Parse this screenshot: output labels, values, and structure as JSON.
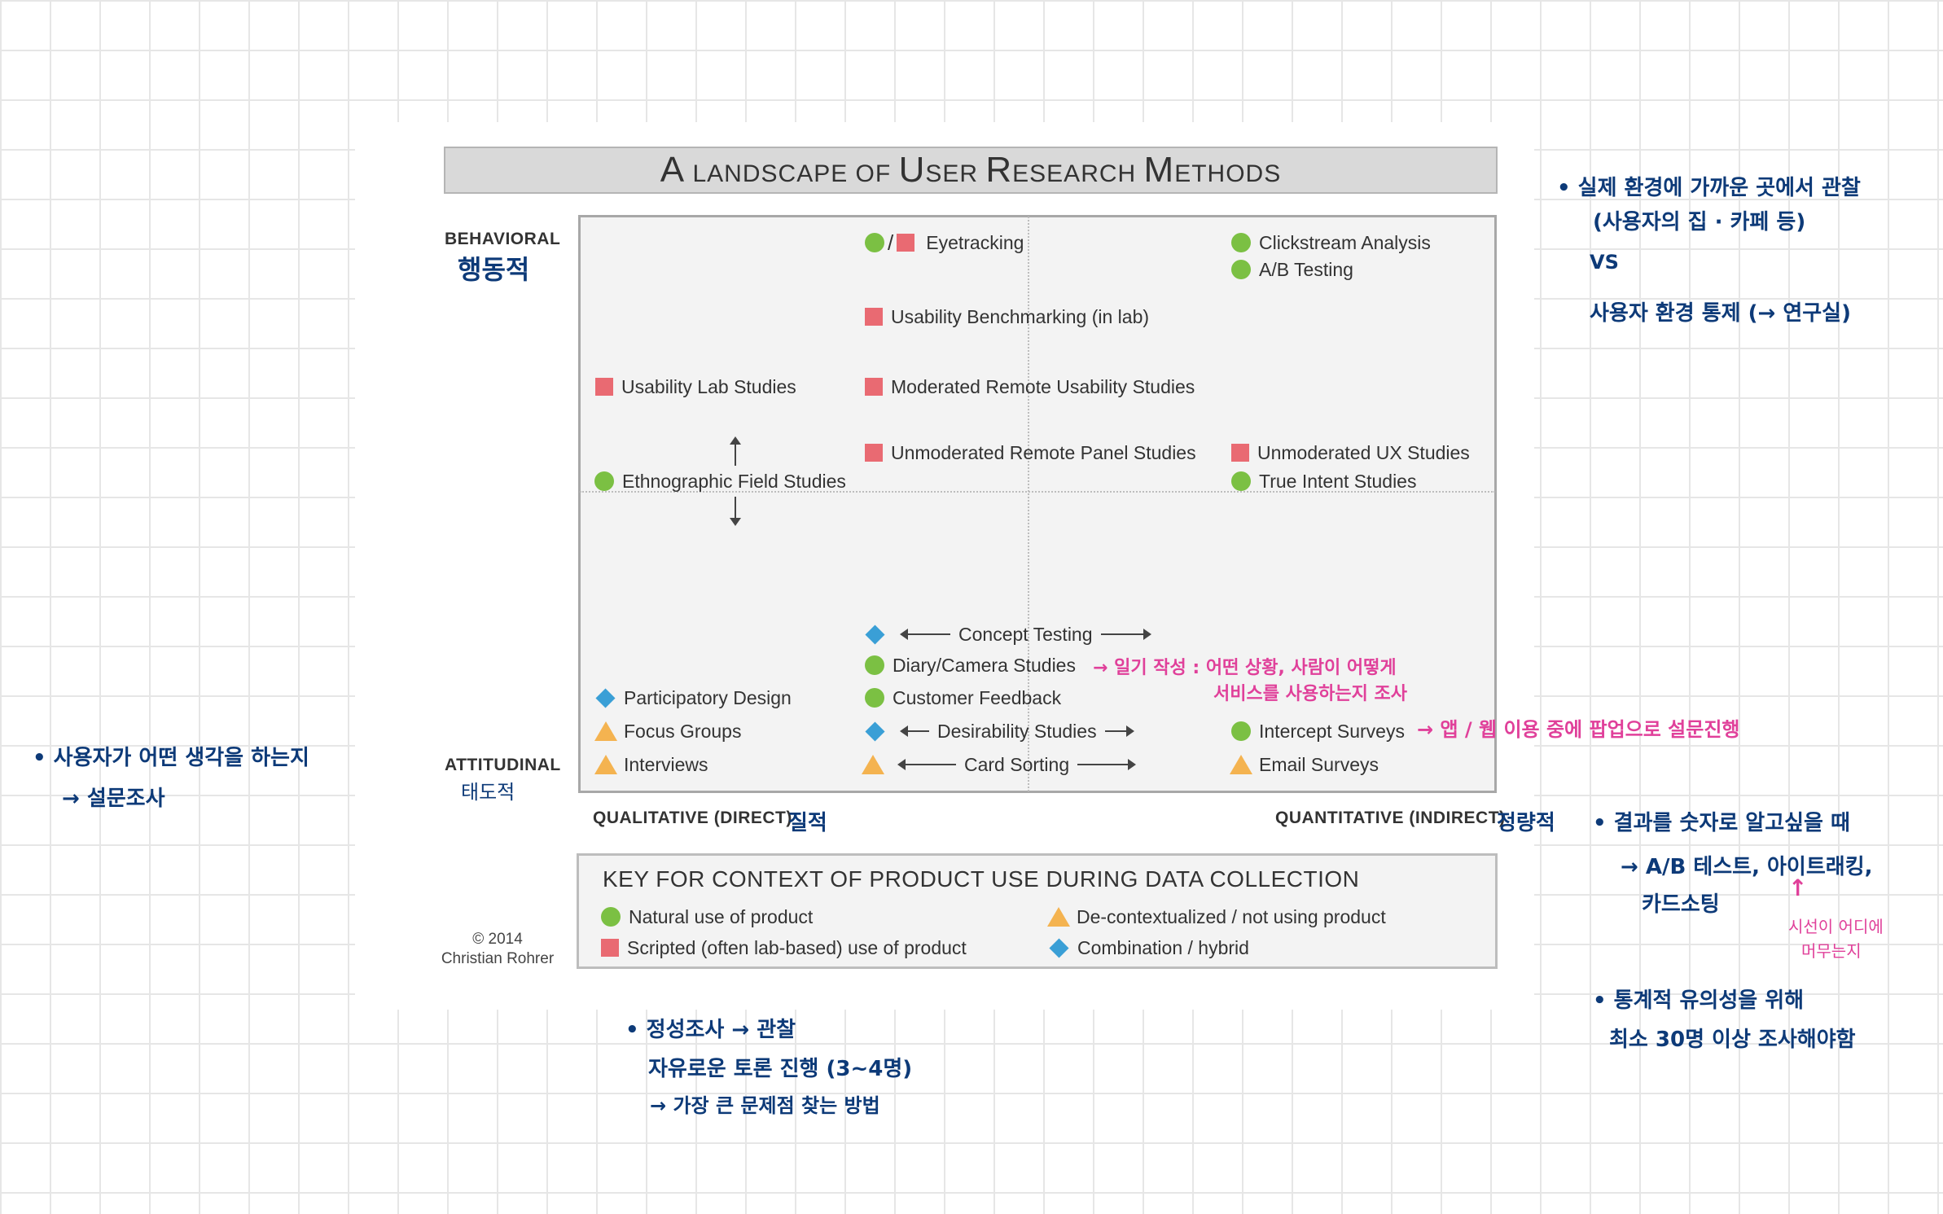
{
  "chart": {
    "title_parts": [
      {
        "text": "A",
        "cls": "big"
      },
      {
        "text": " LANDSCAPE OF ",
        "cls": "sm"
      },
      {
        "text": "U",
        "cls": "big"
      },
      {
        "text": "SER ",
        "cls": "sm"
      },
      {
        "text": "R",
        "cls": "big"
      },
      {
        "text": "ESEARCH ",
        "cls": "sm"
      },
      {
        "text": "M",
        "cls": "big"
      },
      {
        "text": "ETHODS",
        "cls": "sm"
      }
    ],
    "axis_behavioral": "BEHAVIORAL",
    "axis_attitudinal": "ATTITUDINAL",
    "axis_qualitative": "QUALITATIVE (DIRECT)",
    "axis_quantitative": "QUANTITATIVE (INDIRECT)",
    "methods": {
      "eyetracking": "Eyetracking",
      "clickstream": "Clickstream Analysis",
      "ab_testing": "A/B Testing",
      "benchmarking": "Usability Benchmarking (in lab)",
      "usability_lab": "Usability Lab Studies",
      "moderated_remote": "Moderated Remote Usability Studies",
      "unmoderated_panel": "Unmoderated Remote Panel Studies",
      "unmoderated_ux": "Unmoderated UX Studies",
      "ethnographic": "Ethnographic Field Studies",
      "true_intent": "True Intent Studies",
      "concept_testing": "Concept Testing",
      "diary": "Diary/Camera Studies",
      "participatory": "Participatory Design",
      "customer_feedback": "Customer Feedback",
      "focus_groups": "Focus Groups",
      "desirability": "Desirability Studies",
      "intercept": "Intercept Surveys",
      "interviews": "Interviews",
      "card_sorting": "Card Sorting",
      "email_surveys": "Email Surveys"
    },
    "slash": "/",
    "key": {
      "title": "KEY FOR CONTEXT OF PRODUCT USE DURING DATA COLLECTION",
      "natural": "Natural use of product",
      "scripted": "Scripted (often lab-based) use of product",
      "decontextualized": "De-contextualized / not using product",
      "combination": "Combination / hybrid"
    },
    "copyright_year": "© 2014",
    "copyright_author": "Christian Rohrer",
    "colors": {
      "natural": "#7bc043",
      "scripted": "#e96a72",
      "decontextualized": "#f4b350",
      "combination": "#3a9fd6"
    }
  },
  "notes": {
    "behavioral_ko": "행동적",
    "attitudinal_ko": "태도적",
    "qualitative_ko": "질적",
    "quantitative_ko": "정량적",
    "top_right": {
      "line1": "• 실제 환경에 가까운 곳에서 관찰",
      "line2": "(사용자의 집 · 카페 등)",
      "line3": "VS",
      "line4": "사용자 환경 통제 (→ 연구실)"
    },
    "left_mid": {
      "line1": "• 사용자가 어떤 생각을 하는지",
      "line2": "→ 설문조사"
    },
    "diary_note": {
      "line1": "→ 일기 작성 : 어떤 상황, 사람이 어떻게",
      "line2": "서비스를 사용하는지 조사"
    },
    "intercept_note": "→ 앱 / 웹 이용 중에 팝업으로 설문진행",
    "right_mid": {
      "line1": "• 결과를 숫자로 알고싶을 때",
      "line2": "→ A/B 테스트, 아이트래킹,",
      "line3": "카드소팅"
    },
    "eyetrack_note": {
      "arrow": "↑",
      "line1": "시선이 어디에",
      "line2": "머무는지"
    },
    "right_bottom": {
      "line1": "• 통계적 유의성을 위해",
      "line2": "최소 30명 이상 조사해야함"
    },
    "bottom": {
      "line1": "• 정성조사 → 관찰",
      "line2": "자유로운 토론 진행 (3~4명)",
      "line3": "→ 가장 큰 문제점 찾는 방법"
    }
  }
}
